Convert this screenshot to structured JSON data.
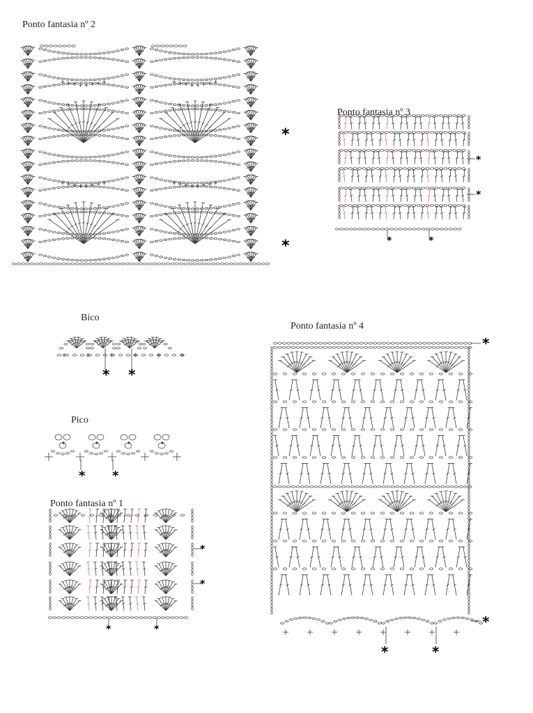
{
  "titles": {
    "ponto2": "Ponto fantasia nº 2",
    "ponto3": "Ponto fantasia nº 3",
    "ponto4": "Ponto fantasia nº 4",
    "bico": "Bico",
    "pico": "Pico",
    "ponto1": "Ponto fantasia nº 1"
  },
  "marker": "*",
  "colors": {
    "ink": "#3a3a3a",
    "accent": "#d4789a"
  }
}
